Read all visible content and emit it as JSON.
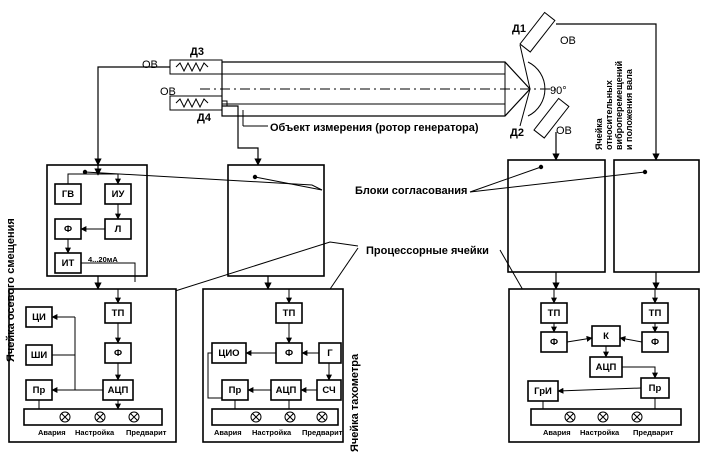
{
  "sensors": {
    "d3": "Д3",
    "d4": "Д4",
    "d1": "Д1",
    "d2": "Д2",
    "ov": "ОВ"
  },
  "angle": "90°",
  "labels": {
    "object": "Объект измерения (ротор генератора)",
    "matching": "Блоки согласования",
    "processor": "Процессорные ячейки",
    "cell_axial": "Ячейка осевого смещения",
    "cell_tacho": "Ячейка тахометра",
    "cell_vibration": [
      "Ячейка",
      "относительных",
      "виброперемещений",
      "и положения вала"
    ]
  },
  "blocks": {
    "gv": "ГВ",
    "iu": "ИУ",
    "f": "Ф",
    "l": "Л",
    "it": "ИТ",
    "current": "4...20мА",
    "tsi": "ЦИ",
    "tp": "ТП",
    "shi": "ШИ",
    "pr": "Пр",
    "adc": "АЦП",
    "tsio": "ЦИО",
    "g": "Г",
    "sch": "СЧ",
    "k": "К",
    "gri": "ГрИ"
  },
  "alarm": {
    "a": "Авария",
    "b": "Настройка",
    "c": "Предварит"
  },
  "icons": {
    "lamp": "lamp-icon",
    "sensor": "coil-sensor-icon"
  }
}
